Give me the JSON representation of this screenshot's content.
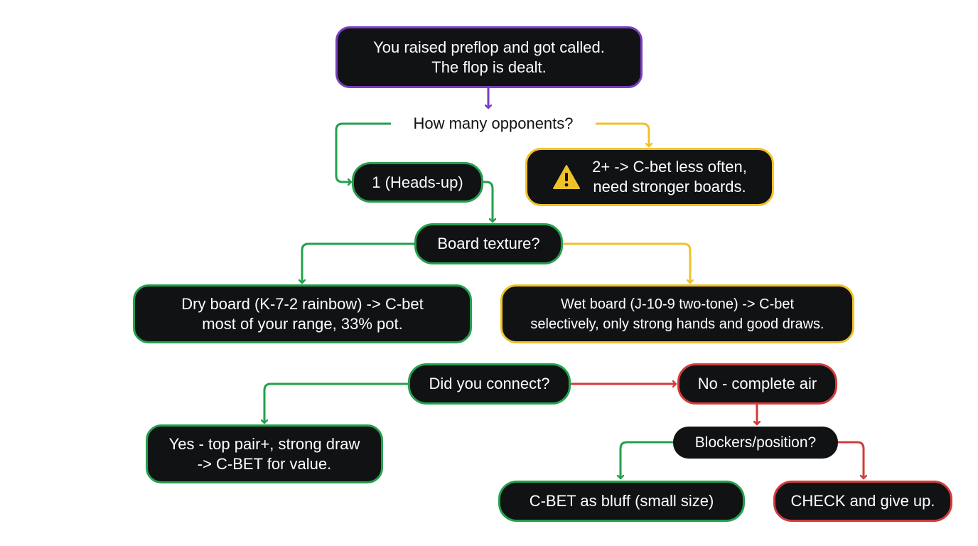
{
  "colors": {
    "purple": "#7a3fc0",
    "green": "#23a04d",
    "yellow": "#efc22a",
    "red": "#d23b3b",
    "node_fill": "#111214"
  },
  "nodes": {
    "start": "You raised preflop and got called.\nThe flop is dealt.",
    "opponents_question": "How many opponents?",
    "heads_up": "1 (Heads-up)",
    "multiway": "2+ -> C-bet less often,\nneed stronger boards.",
    "board_texture_question": "Board texture?",
    "dry_board": "Dry board (K-7-2 rainbow) -> C-bet\nmost of your range, 33% pot.",
    "wet_board": "Wet board (J-10-9 two-tone) -> C-bet\nselectively, only strong hands and good draws.",
    "connect_question": "Did you connect?",
    "connected_yes": "Yes - top pair+, strong draw\n-> C-BET for value.",
    "connected_no": "No - complete air",
    "blockers_question": "Blockers/position?",
    "bluff_cbet": "C-BET as bluff (small size)",
    "check_give_up": "CHECK and give up."
  },
  "icons": {
    "multiway_icon": "warning-triangle-icon"
  }
}
